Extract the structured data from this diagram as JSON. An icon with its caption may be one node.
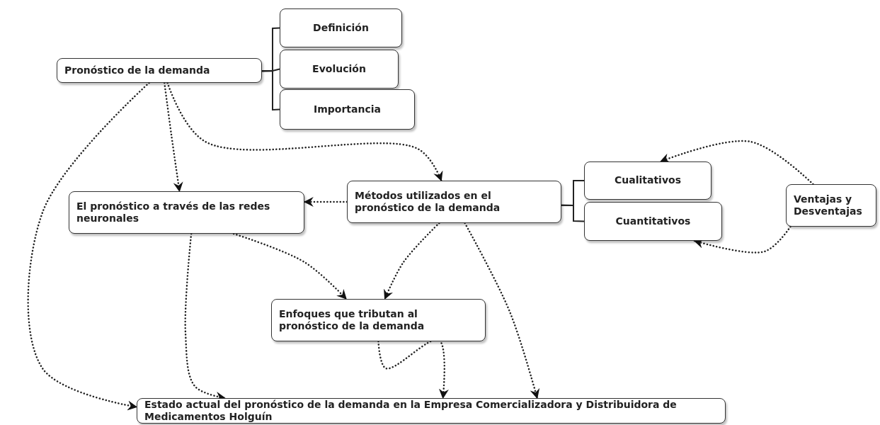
{
  "diagram": {
    "nodes": [
      {
        "text": [
          "Pronóstico de la demanda"
        ]
      },
      {
        "text": [
          "Definición"
        ]
      },
      {
        "text": [
          "Evolución"
        ]
      },
      {
        "text": [
          "Importancia"
        ]
      },
      {
        "text": [
          "Métodos utilizados en el pronóstico de la demanda"
        ]
      },
      {
        "text": [
          "El pronóstico a través de las redes neuronales"
        ]
      },
      {
        "text": [
          "Cualitativos"
        ]
      },
      {
        "text": [
          "Cuantitativos"
        ]
      },
      {
        "text": [
          "Ventajas y Desventajas"
        ]
      },
      {
        "text": [
          "Enfoques que tributan al pronóstico de la demanda"
        ]
      },
      {
        "text": [
          "Estado actual del pronóstico de la demanda en la Empresa Comercializadora y Distribuidora de Medicamentos Holguín"
        ]
      }
    ],
    "edges": [
      {
        "from": 0,
        "to": 1,
        "arrow": "none"
      },
      {
        "from": 0,
        "to": 2,
        "arrow": "none"
      },
      {
        "from": 0,
        "to": 3,
        "arrow": "none"
      },
      {
        "from": 0,
        "to": 5,
        "arrow": "to",
        "style": "dashed"
      },
      {
        "from": 0,
        "to": 4,
        "arrow": "to",
        "style": "dashed"
      },
      {
        "from": 0,
        "to": 10,
        "arrow": "to",
        "style": "dashed"
      },
      {
        "from": 4,
        "to": 5,
        "arrow": "to",
        "style": "dashed"
      },
      {
        "from": 4,
        "to": 6,
        "arrow": "none"
      },
      {
        "from": 4,
        "to": 7,
        "arrow": "none"
      },
      {
        "from": 8,
        "to": 6,
        "arrow": "to",
        "style": "dashed"
      },
      {
        "from": 8,
        "to": 7,
        "arrow": "to",
        "style": "dashed"
      },
      {
        "from": 5,
        "to": 9,
        "arrow": "to",
        "style": "dashed"
      },
      {
        "from": 4,
        "to": 9,
        "arrow": "to",
        "style": "dashed"
      },
      {
        "from": 5,
        "to": 10,
        "arrow": "to",
        "style": "dashed"
      },
      {
        "from": 4,
        "to": 10,
        "arrow": "to",
        "style": "dashed"
      },
      {
        "from": 9,
        "to": 10,
        "arrow": "to",
        "style": "dashed"
      }
    ]
  }
}
